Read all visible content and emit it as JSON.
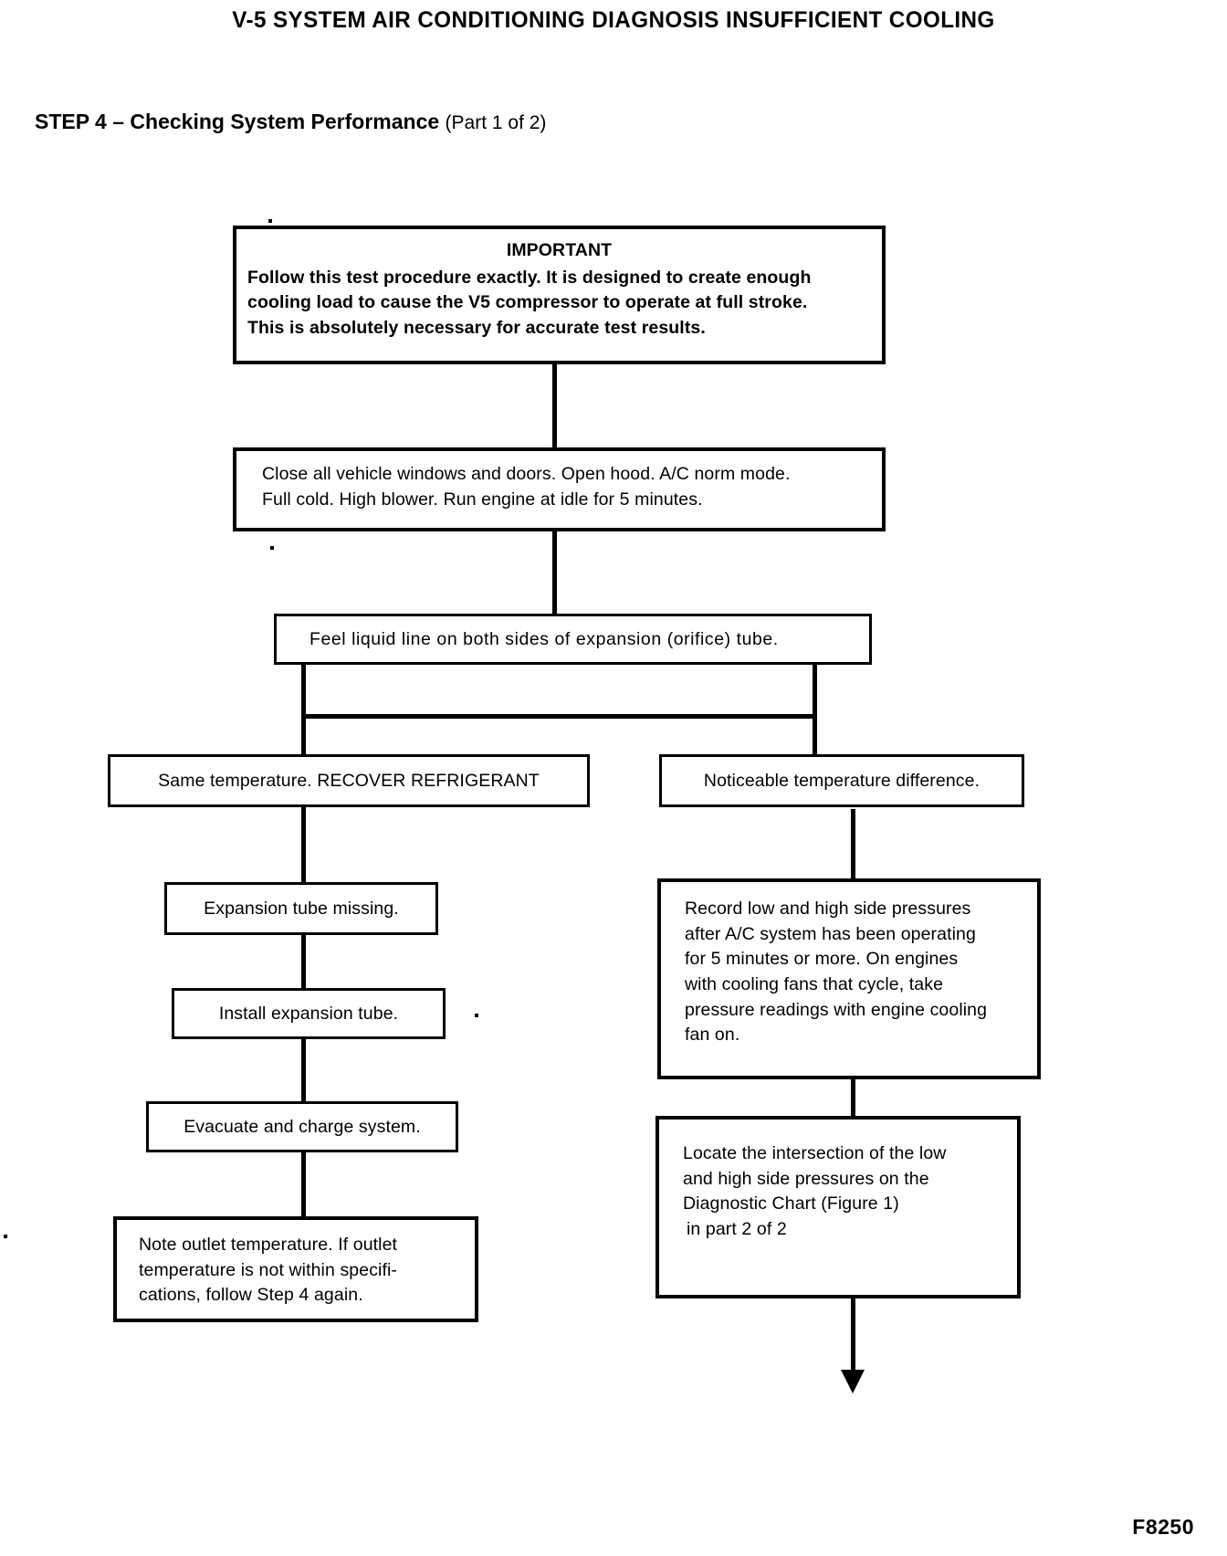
{
  "document": {
    "title": "V-5 SYSTEM AIR CONDITIONING DIAGNOSIS INSUFFICIENT COOLING",
    "step_heading": "STEP 4 – Checking System Performance",
    "step_part": "(Part 1 of 2)",
    "figure_ref": "F8250"
  },
  "colors": {
    "ink": "#000000",
    "paper": "#ffffff"
  },
  "flow": {
    "important_box": {
      "heading": "IMPORTANT",
      "lines": [
        "Follow this test procedure exactly. It is designed to create enough",
        "cooling load to cause the V5 compressor to operate at full stroke.",
        "This is absolutely necessary for accurate test results."
      ]
    },
    "setup_box": {
      "lines": [
        "Close all vehicle windows and doors. Open hood. A/C norm mode.",
        "Full cold. High blower. Run engine at idle for 5 minutes."
      ]
    },
    "feel_box": {
      "lines": [
        "Feel liquid line on both sides of expansion (orifice) tube."
      ]
    },
    "branch_left": {
      "lines": [
        "Same temperature. RECOVER REFRIGERANT"
      ]
    },
    "branch_right": {
      "lines": [
        "Noticeable temperature difference."
      ]
    },
    "left_chain": [
      {
        "name": "expansion-tube-missing",
        "lines": [
          "Expansion tube missing."
        ]
      },
      {
        "name": "install-expansion-tube",
        "lines": [
          "Install expansion tube."
        ]
      },
      {
        "name": "evacuate-and-charge",
        "lines": [
          "Evacuate and charge system."
        ]
      },
      {
        "name": "note-outlet-temperature",
        "lines": [
          "Note outlet temperature. If outlet",
          "temperature is not within specifi-",
          "cations, follow Step 4 again."
        ]
      }
    ],
    "right_chain": [
      {
        "name": "record-pressures",
        "lines": [
          "Record low and high side pressures",
          "after A/C system has been operating",
          "for 5 minutes or more. On engines",
          "with cooling fans that cycle, take",
          "pressure readings with engine cooling",
          "fan on."
        ]
      },
      {
        "name": "locate-intersection",
        "lines": [
          "Locate the intersection of the low",
          "and high side pressures on the",
          "Diagnostic Chart (Figure 1)",
          "in part 2 of 2"
        ]
      }
    ]
  },
  "chart_data": {
    "type": "flowchart",
    "title": "V-5 SYSTEM AIR CONDITIONING DIAGNOSIS INSUFFICIENT COOLING",
    "subtitle": "STEP 4 – Checking System Performance (Part 1 of 2)",
    "nodes": [
      {
        "id": "n1",
        "text": "IMPORTANT — Follow this test procedure exactly. It is designed to create enough cooling load to cause the V5 compressor to operate at full stroke. This is absolutely necessary for accurate test results."
      },
      {
        "id": "n2",
        "text": "Close all vehicle windows and doors. Open hood. A/C norm mode. Full cold. High blower. Run engine at idle for 5 minutes."
      },
      {
        "id": "n3",
        "text": "Feel liquid line on both sides of expansion (orifice) tube."
      },
      {
        "id": "n4",
        "text": "Same temperature. RECOVER REFRIGERANT"
      },
      {
        "id": "n5",
        "text": "Noticeable temperature difference."
      },
      {
        "id": "n6",
        "text": "Expansion tube missing."
      },
      {
        "id": "n7",
        "text": "Install expansion tube."
      },
      {
        "id": "n8",
        "text": "Evacuate and charge system."
      },
      {
        "id": "n9",
        "text": "Note outlet temperature. If outlet temperature is not within specifications, follow Step 4 again."
      },
      {
        "id": "n10",
        "text": "Record low and high side pressures after A/C system has been operating for 5 minutes or more. On engines with cooling fans that cycle, take pressure readings with engine cooling fan on."
      },
      {
        "id": "n11",
        "text": "Locate the intersection of the low and high side pressures on the Diagnostic Chart (Figure 1) in part 2 of 2"
      }
    ],
    "edges": [
      {
        "from": "n1",
        "to": "n2"
      },
      {
        "from": "n2",
        "to": "n3"
      },
      {
        "from": "n3",
        "to": "n4"
      },
      {
        "from": "n3",
        "to": "n5"
      },
      {
        "from": "n4",
        "to": "n6"
      },
      {
        "from": "n6",
        "to": "n7"
      },
      {
        "from": "n7",
        "to": "n8"
      },
      {
        "from": "n8",
        "to": "n9"
      },
      {
        "from": "n5",
        "to": "n10"
      },
      {
        "from": "n10",
        "to": "n11"
      },
      {
        "from": "n11",
        "to": "continues-to-part-2"
      }
    ]
  }
}
